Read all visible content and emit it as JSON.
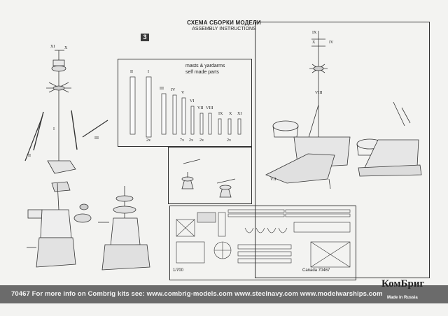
{
  "header": {
    "title_ru": "СХЕМА СБОРКИ МОДЕЛИ",
    "title_en": "ASSEMBLY INSTRUCTIONS",
    "step": "3"
  },
  "masts_panel": {
    "note_line1": "masts & yardarms",
    "note_line2": "self made parts",
    "labels": [
      "II",
      "I",
      "III",
      "IV",
      "V",
      "VI",
      "VII",
      "VIII",
      "IX",
      "X",
      "XI"
    ],
    "counts": [
      "2x",
      "7x",
      "2x",
      "2x",
      "2x"
    ]
  },
  "left_assembly": {
    "labels": [
      "XI",
      "X",
      "I",
      "II",
      "III"
    ]
  },
  "right_assembly": {
    "labels": [
      "IX",
      "X",
      "IV",
      "VIII",
      "VII"
    ]
  },
  "photoetch": {
    "scale": "1/700",
    "code": "Canada   70467"
  },
  "footer": {
    "text": "70467   For more info on Combrig kits see:    www.combrig-models.com    www.steelnavy.com    www.modelwarships.com"
  },
  "logo": {
    "brand": "КомБриг",
    "made_in": "Made in Russia"
  }
}
